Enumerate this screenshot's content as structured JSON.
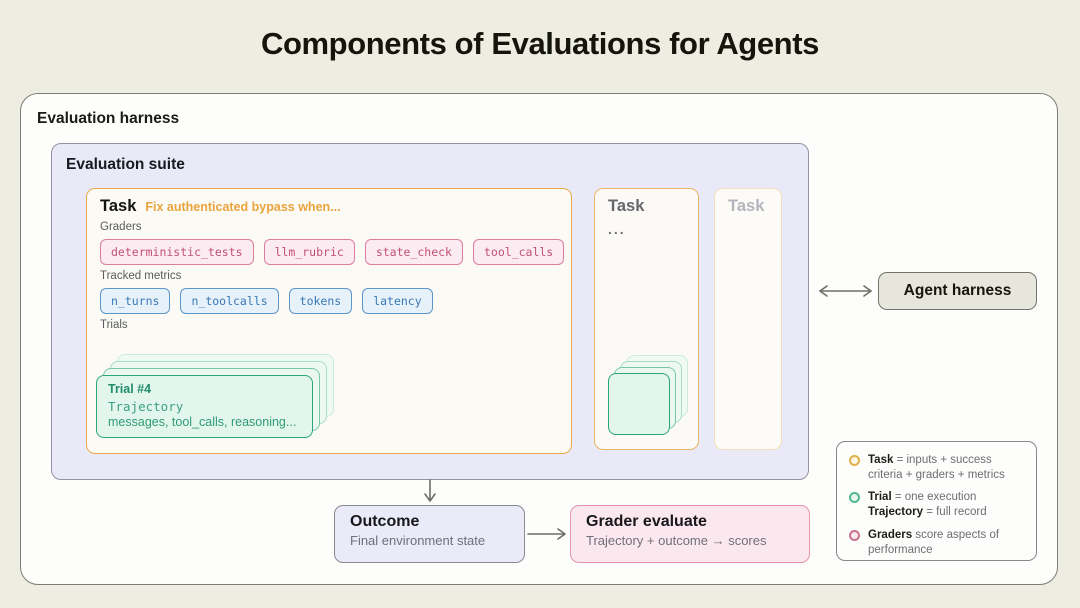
{
  "title": "Components of Evaluations for Agents",
  "harness": {
    "label": "Evaluation harness"
  },
  "suite": {
    "label": "Evaluation suite"
  },
  "tasks": {
    "primary": {
      "label": "Task",
      "description": "Fix authenticated bypass when...",
      "graders_label": "Graders",
      "graders": [
        "deterministic_tests",
        "llm_rubric",
        "state_check",
        "tool_calls"
      ],
      "metrics_label": "Tracked metrics",
      "metrics": [
        "n_turns",
        "n_toolcalls",
        "tokens",
        "latency"
      ],
      "trials_label": "Trials",
      "trial": {
        "title": "Trial #4",
        "subtitle": "Trajectory",
        "detail": "messages, tool_calls, reasoning..."
      }
    },
    "secondary": {
      "label": "Task",
      "ellipsis": "..."
    },
    "tertiary": {
      "label": "Task"
    }
  },
  "agent_harness": {
    "label": "Agent harness"
  },
  "outcome": {
    "title": "Outcome",
    "subtitle": "Final environment state"
  },
  "grader_evaluate": {
    "title": "Grader evaluate",
    "subtitle": "Trajectory + outcome → scores"
  },
  "legend": {
    "items": [
      {
        "marker_color": "#e0b14a",
        "term": "Task",
        "definition": "= inputs + success criteria + graders + metrics"
      },
      {
        "marker_color": "#4eb890",
        "term": "Trial",
        "definition": "= one execution",
        "term2": "Trajectory",
        "definition2": "= full record"
      },
      {
        "marker_color": "#c9738f",
        "term": "Graders",
        "definition": "score aspects of performance"
      }
    ]
  },
  "colors": {
    "background": "#edeee1",
    "task_accent": "#eba94b",
    "grader_accent": "#db7f9d",
    "metric_accent": "#5e96c9",
    "trial_accent": "#2ba57c"
  }
}
